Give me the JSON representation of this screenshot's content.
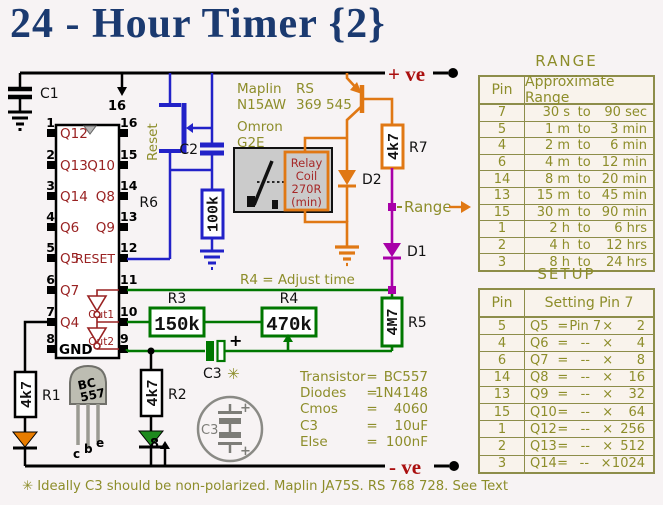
{
  "title": "24 - Hour Timer {2}",
  "rails": {
    "pos": "+ ve",
    "neg": "- ve",
    "pin16_arrow": "16",
    "pin8_arrow": "8"
  },
  "reset": {
    "label": "Reset"
  },
  "capacitors": {
    "c1": "C1",
    "c2": "C2",
    "c3": "C3",
    "c3_star": "✳",
    "c3_plus": "+"
  },
  "resistors": {
    "r1": {
      "ref": "R1",
      "value": "4k7"
    },
    "r2": {
      "ref": "R2",
      "value": "4k7"
    },
    "r3": {
      "ref": "R3",
      "value": "150k"
    },
    "r4": {
      "ref": "R4",
      "value": "470k"
    },
    "r5": {
      "ref": "R5",
      "value": "4M7"
    },
    "r6": {
      "ref": "R6",
      "value": "100k"
    },
    "r7": {
      "ref": "R7",
      "value": "4k7"
    }
  },
  "diodes": {
    "d1": "D1",
    "d2": "D2"
  },
  "ic": {
    "left_pins": [
      {
        "num": "1",
        "label": "Q12"
      },
      {
        "num": "2",
        "label": "Q13"
      },
      {
        "num": "3",
        "label": "Q14"
      },
      {
        "num": "4",
        "label": "Q6"
      },
      {
        "num": "5",
        "label": "Q5"
      },
      {
        "num": "6",
        "label": "Q7"
      },
      {
        "num": "7",
        "label": "Q4"
      },
      {
        "num": "8",
        "label": "GND"
      }
    ],
    "right_pins": [
      {
        "num": "16",
        "label": ""
      },
      {
        "num": "15",
        "label": "Q10"
      },
      {
        "num": "14",
        "label": "Q8"
      },
      {
        "num": "13",
        "label": "Q9"
      },
      {
        "num": "12",
        "label": "RESET"
      },
      {
        "num": "11",
        "label": ""
      },
      {
        "num": "10",
        "label": "Out1"
      },
      {
        "num": "9",
        "label": "Out2"
      }
    ]
  },
  "vendor": {
    "maplin": [
      "Maplin",
      "N15AW"
    ],
    "rs": [
      "RS",
      "369 545"
    ],
    "omron": [
      "Omron",
      "G2E"
    ]
  },
  "relay": {
    "lines": [
      "Relay",
      "Coil",
      "270R",
      "(min)"
    ]
  },
  "transistor_pkg": {
    "line1": "BC",
    "line2": "557",
    "legs": [
      "c",
      "b",
      "e"
    ]
  },
  "annotations": {
    "adjust": "R4 = Adjust time",
    "range_label": "Range",
    "footnote": "✳  Ideally C3 should be non-polarized. Maplin JA75S.  RS 768 728. See Text"
  },
  "c3_detail": {
    "label": "C3",
    "plus_top": "+",
    "plus_bottom": "+"
  },
  "parts_list": [
    {
      "name": "Transistor",
      "eq": "=",
      "value": "BC557"
    },
    {
      "name": "Diodes",
      "eq": "=",
      "value": "1N4148"
    },
    {
      "name": "Cmos",
      "eq": "=",
      "value": "4060"
    },
    {
      "name": "C3",
      "eq": "=",
      "value": "10uF"
    },
    {
      "name": "Else",
      "eq": "=",
      "value": "100nF"
    }
  ],
  "range_table": {
    "title": "RANGE",
    "pin_header": "Pin",
    "range_header": "Approximate Range",
    "rows": [
      {
        "pin": "7",
        "from": "30 s",
        "to": "to",
        "val": "90 sec"
      },
      {
        "pin": "5",
        "from": "1 m",
        "to": "to",
        "val": "3 min"
      },
      {
        "pin": "4",
        "from": "2 m",
        "to": "to",
        "val": "6 min"
      },
      {
        "pin": "6",
        "from": "4 m",
        "to": "to",
        "val": "12 min"
      },
      {
        "pin": "14",
        "from": "8 m",
        "to": "to",
        "val": "20 min"
      },
      {
        "pin": "13",
        "from": "15 m",
        "to": "to",
        "val": "45 min"
      },
      {
        "pin": "15",
        "from": "30 m",
        "to": "to",
        "val": "90 min"
      },
      {
        "pin": "1",
        "from": "2 h",
        "to": "to",
        "val": "6 hrs"
      },
      {
        "pin": "2",
        "from": "4 h",
        "to": "to",
        "val": "12 hrs"
      },
      {
        "pin": "3",
        "from": "8 h",
        "to": "to",
        "val": "24 hrs"
      }
    ]
  },
  "setup_table": {
    "title": "SETUP",
    "pin_header": "Pin",
    "setting_header": "Setting Pin 7",
    "rows": [
      {
        "pin": "5",
        "out": "Q5",
        "eq": "=",
        "ref": "Pin 7",
        "times": "×",
        "mult": "2"
      },
      {
        "pin": "4",
        "out": "Q6",
        "eq": "=",
        "ref": "--",
        "times": "×",
        "mult": "4"
      },
      {
        "pin": "6",
        "out": "Q7",
        "eq": "=",
        "ref": "--",
        "times": "×",
        "mult": "8"
      },
      {
        "pin": "14",
        "out": "Q8",
        "eq": "=",
        "ref": "--",
        "times": "×",
        "mult": "16"
      },
      {
        "pin": "13",
        "out": "Q9",
        "eq": "=",
        "ref": "--",
        "times": "×",
        "mult": "32"
      },
      {
        "pin": "15",
        "out": "Q10",
        "eq": "=",
        "ref": "--",
        "times": "×",
        "mult": "64"
      },
      {
        "pin": "1",
        "out": "Q12",
        "eq": "=",
        "ref": "--",
        "times": "×",
        "mult": "256"
      },
      {
        "pin": "2",
        "out": "Q13",
        "eq": "=",
        "ref": "--",
        "times": "×",
        "mult": "512"
      },
      {
        "pin": "3",
        "out": "Q14",
        "eq": "=",
        "ref": "--",
        "times": "×",
        "mult": "1024"
      }
    ]
  }
}
